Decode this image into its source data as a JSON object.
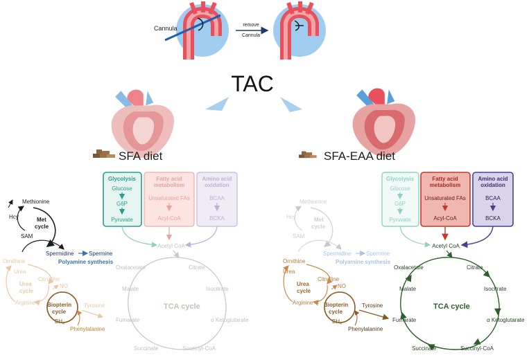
{
  "top": {
    "cannula_label": "Cannula",
    "remove_label": "remove",
    "remove_sub": "Cannula",
    "title": "TAC"
  },
  "panels": {
    "left": {
      "diet": "SFA diet"
    },
    "right": {
      "diet": "SFA-EAA diet"
    }
  },
  "boxes": {
    "glycolysis": {
      "title": "Glycolysis",
      "items": [
        "Glucose",
        "G6P",
        "Pyruvate"
      ]
    },
    "fatty_acid": {
      "title1": "Fatty acid",
      "title2": "metabolism",
      "items": [
        "Unsaturated FAs",
        "Acyl-CoA"
      ]
    },
    "amino_acid": {
      "title1": "Amino acid",
      "title2": "oxidation",
      "items": [
        "BCAA",
        "BCKA"
      ]
    }
  },
  "met": {
    "methionine": "Methionine",
    "hcy": "Hcy",
    "sam": "SAM",
    "cycle1": "Met",
    "cycle2": "cycle",
    "spermidine": "Spermidine",
    "spermine": "Spermine",
    "polyamine": "Polyamine synthesis"
  },
  "urea": {
    "ornithine": "Ornithine",
    "urea": "Urea",
    "cycle1": "Urea",
    "cycle2": "cycle",
    "citrulline": "Citrulline",
    "no": "NO",
    "arginine": "Arginine",
    "biopterin1": "Biopterin",
    "biopterin2": "cycle",
    "bh4": "BH",
    "bh4_sub": "4",
    "tyrosine": "Tyrosine",
    "phenylalanine": "Phenylalanine"
  },
  "tca": {
    "acetyl": "Acetyl CoA",
    "oxalacetate": "Oxalacetate",
    "citrate": "Citrate",
    "isocitrate": "Isocitrate",
    "ketoglutarate": "α Ketoglutarate",
    "succinyl": "Succinyl-CoA",
    "succinate": "Succinate",
    "fumarate": "Fumarate",
    "malate": "Malate",
    "label": "TCA cycle"
  },
  "colors": {
    "glycolysis": "#2a9d8f",
    "glycolysis_bg": "#e6f4f1",
    "fatty": "#c0392b",
    "fatty_bg": "#f0b6b0",
    "amino": "#4b3f8a",
    "amino_bg": "#d9d4ea",
    "urea": "#c98a4b",
    "tca": "#2e5e2a",
    "tca_faded": "#b9c7b6",
    "polyamine": "#3a6fb0",
    "heart_blue": "#79b7e6",
    "aorta": "#e8505b"
  }
}
